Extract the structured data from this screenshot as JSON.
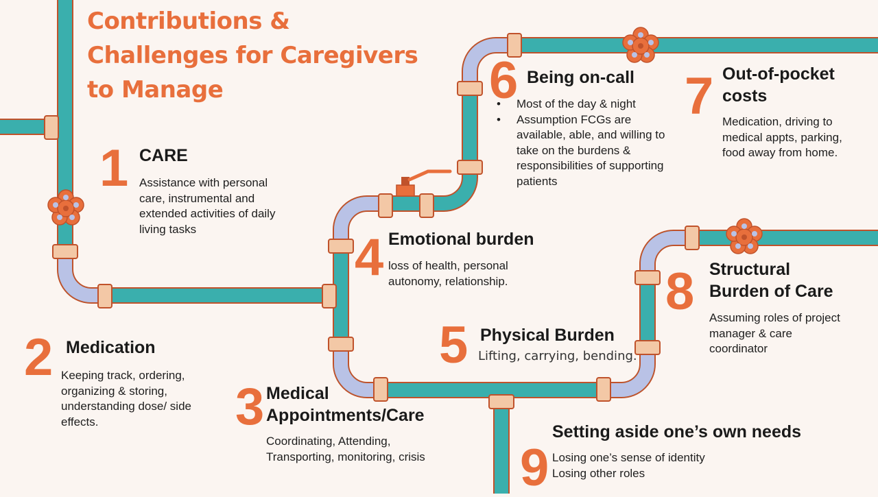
{
  "title": {
    "lines": [
      "Contributions &",
      "Challenges for Caregivers",
      "to Manage"
    ]
  },
  "items": [
    {
      "number": "1",
      "heading": "CARE",
      "lines": [
        "Assistance with personal",
        "care, instrumental and",
        "extended activities of daily",
        "living tasks"
      ]
    },
    {
      "number": "2",
      "heading": "Medication",
      "lines": [
        "Keeping track, ordering,",
        "organizing & storing,",
        "understanding dose/ side",
        "effects."
      ]
    },
    {
      "number": "3",
      "heading_lines": [
        "Medical",
        "Appointments/Care"
      ],
      "lines": [
        "Coordinating, Attending,",
        "Transporting, monitoring, crisis"
      ]
    },
    {
      "number": "4",
      "heading": "Emotional burden",
      "lines": [
        "loss of health, personal",
        "autonomy, relationship."
      ]
    },
    {
      "number": "5",
      "heading": "Physical Burden",
      "subtitle": "Lifting, carrying, bending."
    },
    {
      "number": "6",
      "heading": "Being on-call",
      "bullets": [
        [
          "Most of the day & night"
        ],
        [
          "Assumption FCGs are",
          "available, able, and willing to",
          "take on the burdens &",
          "responsibilities of supporting",
          "patients"
        ]
      ]
    },
    {
      "number": "7",
      "heading_lines": [
        "Out-of-pocket",
        "costs"
      ],
      "lines": [
        "Medication, driving to",
        "medical appts, parking,",
        "food away from home."
      ]
    },
    {
      "number": "8",
      "heading_lines": [
        "Structural",
        "Burden of Care"
      ],
      "lines": [
        "Assuming roles of project",
        "manager & care",
        "coordinator"
      ]
    },
    {
      "number": "9",
      "heading": "Setting aside one’s own needs",
      "lines": [
        "Losing one’s sense of identity",
        "Losing other roles"
      ]
    }
  ],
  "colors": {
    "accent": "#e86f3c",
    "pipe_teal": "#3aafad",
    "pipe_elbow": "#b9c2e6",
    "pipe_outline": "#c0522b",
    "coupling": "#f3c8a6",
    "valve": "#e86f3c"
  },
  "icons": [
    "valve-wheel-icon",
    "faucet-valve-icon"
  ]
}
